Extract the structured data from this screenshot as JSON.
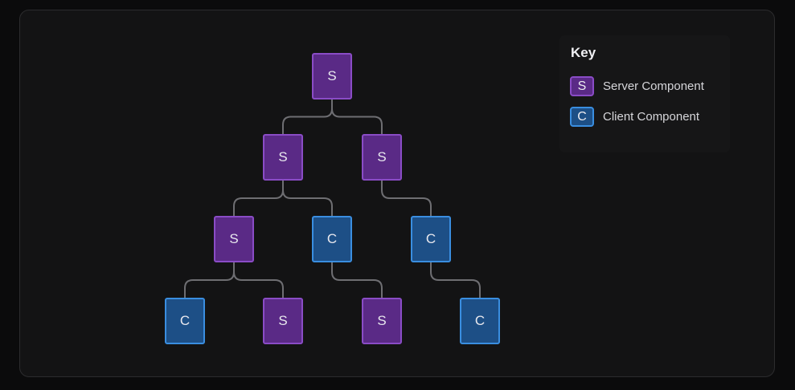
{
  "key": {
    "title": "Key",
    "server": {
      "letter": "S",
      "label": "Server Component"
    },
    "client": {
      "letter": "C",
      "label": "Client Component"
    }
  },
  "colors": {
    "server_fill": "#5a2a86",
    "server_border": "#8a4cc6",
    "client_fill": "#1d4f86",
    "client_border": "#3a8ee0",
    "edge": "#6e6e72"
  },
  "tree": {
    "nodes": [
      {
        "id": "n0",
        "type": "server",
        "letter": "S"
      },
      {
        "id": "n1",
        "type": "server",
        "letter": "S"
      },
      {
        "id": "n2",
        "type": "server",
        "letter": "S"
      },
      {
        "id": "n3",
        "type": "server",
        "letter": "S"
      },
      {
        "id": "n4",
        "type": "client",
        "letter": "C"
      },
      {
        "id": "n5",
        "type": "client",
        "letter": "C"
      },
      {
        "id": "n6",
        "type": "client",
        "letter": "C"
      },
      {
        "id": "n7",
        "type": "server",
        "letter": "S"
      },
      {
        "id": "n8",
        "type": "server",
        "letter": "S"
      },
      {
        "id": "n9",
        "type": "client",
        "letter": "C"
      }
    ],
    "edges": [
      [
        "n0",
        "n1"
      ],
      [
        "n0",
        "n2"
      ],
      [
        "n1",
        "n3"
      ],
      [
        "n1",
        "n4"
      ],
      [
        "n2",
        "n5"
      ],
      [
        "n3",
        "n6"
      ],
      [
        "n3",
        "n7"
      ],
      [
        "n4",
        "n8"
      ],
      [
        "n5",
        "n9"
      ]
    ]
  }
}
